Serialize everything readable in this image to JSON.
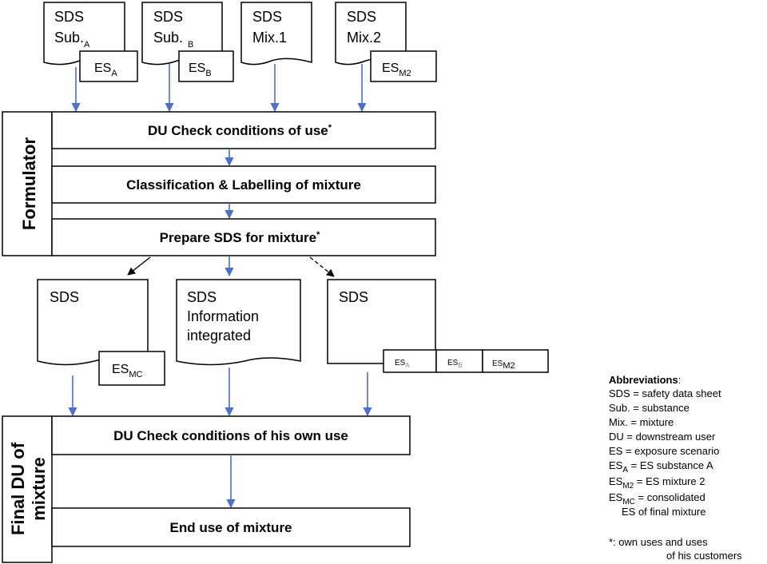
{
  "top_docs": {
    "sub_a": {
      "line1": "SDS",
      "line2": "Sub.",
      "line2_sub": "A",
      "es": "ES",
      "es_sub": "A"
    },
    "sub_b": {
      "line1": "SDS",
      "line2": "Sub.",
      "line2_sub": "B",
      "es": "ES",
      "es_sub": "B"
    },
    "mix1": {
      "line1": "SDS",
      "line2": "Mix.1"
    },
    "mix2": {
      "line1": "SDS",
      "line2": "Mix.2",
      "es": "ES",
      "es_sub": "M2"
    }
  },
  "formulator": {
    "label": "Formulator",
    "steps": [
      "DU Check conditions of use",
      "Classification & Labelling of mixture",
      "Prepare SDS for mixture"
    ],
    "asterisk": "*"
  },
  "output_docs": {
    "left": {
      "title": "SDS",
      "es": "ES",
      "es_sub": "MC"
    },
    "middle": {
      "title": "SDS",
      "line2": "Information",
      "line3": "integrated"
    },
    "right": {
      "title": "SDS",
      "tabs": [
        {
          "es": "ES",
          "sub": "A"
        },
        {
          "es": "ES",
          "sub": "B"
        },
        {
          "es": "ES",
          "sub": "M2"
        }
      ]
    }
  },
  "final_du": {
    "label_line1": "Final DU of",
    "label_line2": "mixture",
    "steps": [
      "DU Check conditions of his own use",
      "End use of mixture"
    ]
  },
  "abbreviations": {
    "title": "Abbreviations",
    "colon": ":",
    "items": [
      {
        "text": "SDS = safety data sheet"
      },
      {
        "text": "Sub. = substance"
      },
      {
        "text": "Mix.  = mixture"
      },
      {
        "text": "DU  = downstream user"
      },
      {
        "text": "ES   = exposure scenario"
      },
      {
        "pre": "ES",
        "sub": "A",
        "post": " = ES substance A"
      },
      {
        "pre": "ES",
        "sub": "M2",
        "post": " = ES mixture 2"
      },
      {
        "pre": "ES",
        "sub": "MC",
        "post": " = consolidated"
      },
      {
        "text": "ES of  final mixture"
      }
    ],
    "footnote_line1": "*: own uses and uses",
    "footnote_line2": "of his customers"
  },
  "colors": {
    "arrow": "#4a6fd6",
    "stroke": "#000000"
  }
}
